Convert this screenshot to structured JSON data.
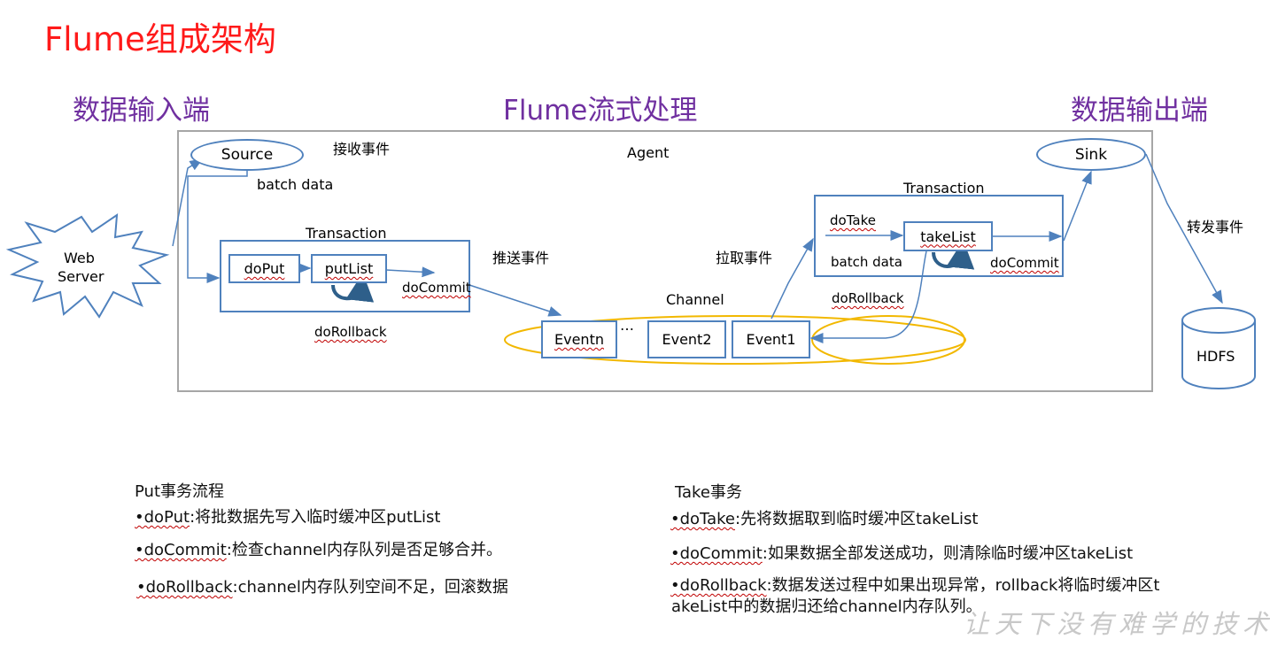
{
  "title": "Flume组成架构",
  "headings": {
    "input": "数据输入端",
    "process": "Flume流式处理",
    "output": "数据输出端"
  },
  "agent": {
    "label": "Agent",
    "source": "Source",
    "sink": "Sink",
    "receive_event": "接收事件",
    "batch_data_top": "batch data",
    "push_event": "推送事件",
    "pull_event": "拉取事件",
    "forward_event": "转发事件",
    "put_tx": {
      "label": "Transaction",
      "doput": "doPut",
      "putlist": "putList",
      "docommit": "doCommit",
      "dorollback": "doRollback"
    },
    "take_tx": {
      "label": "Transaction",
      "dotake": "doTake",
      "takelist": "takeList",
      "batch_data": "batch data",
      "docommit": "doCommit",
      "dorollback": "doRollback"
    },
    "channel": {
      "label": "Channel",
      "events": [
        "Eventn",
        "…",
        "Event2",
        "Event1"
      ]
    }
  },
  "web_server": {
    "line1": "Web",
    "line2": "Server"
  },
  "hdfs": "HDFS",
  "put_notes": {
    "header": "Put事务流程",
    "items": [
      {
        "key": "•doPut",
        "text": ":将批数据先写入临时缓冲区putList"
      },
      {
        "key": "•doCommit",
        "text": ":检查channel内存队列是否足够合并。"
      },
      {
        "key": "•doRollback",
        "text": ":channel内存队列空间不足，回滚数据"
      }
    ]
  },
  "take_notes": {
    "header": "Take事务",
    "items": [
      {
        "key": "•doTake",
        "text": ":先将数据取到临时缓冲区takeList"
      },
      {
        "key": "•doCommit",
        "text": ":如果数据全部发送成功，则清除临时缓冲区takeList"
      },
      {
        "key": "•doRollback",
        "text": ":数据发送过程中如果出现异常，rollback将临时缓冲区t"
      }
    ],
    "last_line": "akeList中的数据归还给channel内存队列。"
  },
  "watermark": "让天下没有难学的技术",
  "colors": {
    "title": "#ff1a1a",
    "heading": "#7030a0",
    "box": "#4f81bd",
    "channel": "#f2b800",
    "agent_border": "#a6a6a6"
  }
}
